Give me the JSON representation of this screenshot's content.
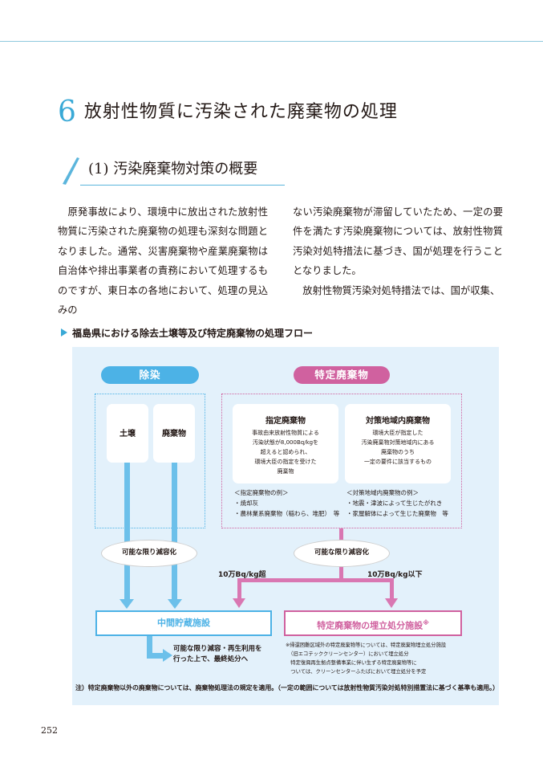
{
  "chapter": {
    "number": "6",
    "title": "放射性物質に汚染された廃棄物の処理"
  },
  "section": {
    "title": "(1) 汚染廃棄物対策の概要"
  },
  "body": {
    "left": "　原発事故により、環境中に放出された放射性物質に汚染された廃棄物の処理も深刻な問題となりました。通常、災害廃棄物や産業廃棄物は自治体や排出事業者の責務において処理するものですが、東日本の各地において、処理の見込みの",
    "right_1": "ない汚染廃棄物が滞留していたため、一定の要件を満たす汚染廃棄物については、放射性物質汚染対処特措法に基づき、国が処理を行うこととなりました。",
    "right_2": "　放射性物質汚染対処特措法では、国が収集、"
  },
  "figure": {
    "title": "福島県における除去土壌等及び特定廃棄物の処理フロー",
    "josen": "除染",
    "tokutei": "特定廃棄物",
    "dojo": "土壌",
    "haikibutsu": "廃棄物",
    "shitei_title": "指定廃棄物",
    "shitei_desc": [
      "事故由来放射性物質による",
      "汚染状態が8,000Bq/kgを",
      "超えると認められ、",
      "環境大臣の指定を受けた",
      "廃棄物"
    ],
    "taisaku_title": "対策地域内廃棄物",
    "taisaku_desc": [
      "環境大臣が指定した",
      "汚染廃棄物対策地域内にある",
      "廃棄物のうち",
      "一定の要件に該当するもの"
    ],
    "shitei_examples": [
      "＜指定廃棄物の例＞",
      "・焼却灰",
      "・農林業系廃棄物（稲わら、堆肥）　等"
    ],
    "taisaku_examples": [
      "＜対策地域内廃棄物の例＞",
      "・地震・津波によって生じたがれき",
      "・家屋解体によって生じた廃棄物　等"
    ],
    "reduce": "可能な限り減容化",
    "over": "10万Bq/kg超",
    "under": "10万Bq/kg以下",
    "chukan": "中間貯蔵施設",
    "umetate": "特定廃棄物の埋立処分施設",
    "umetate_mark": "※",
    "final_disposal": [
      "可能な限り減容・再生利用を",
      "行った上で、最終処分へ"
    ],
    "umetate_note": [
      "※帰還困難区域外の特定廃棄物等については、特定廃棄物埋立処分施設",
      "　（旧エコテッククリーンセンター）において埋立処分",
      "　特定復興再生拠点整備事業に伴い生ずる特定廃棄物等に",
      "　ついては、クリーンセンターふたばにおいて埋立処分を予定"
    ],
    "footnote": "注）特定廃棄物以外の廃棄物については、廃棄物処理法の規定を適用。（一定の範囲については放射性物質汚染対処特別措置法に基づく基準も適用。）",
    "colors": {
      "blue": "#4cb2e6",
      "pink": "#d0619f",
      "panel": "#e3f1fb"
    }
  },
  "page_number": "252"
}
